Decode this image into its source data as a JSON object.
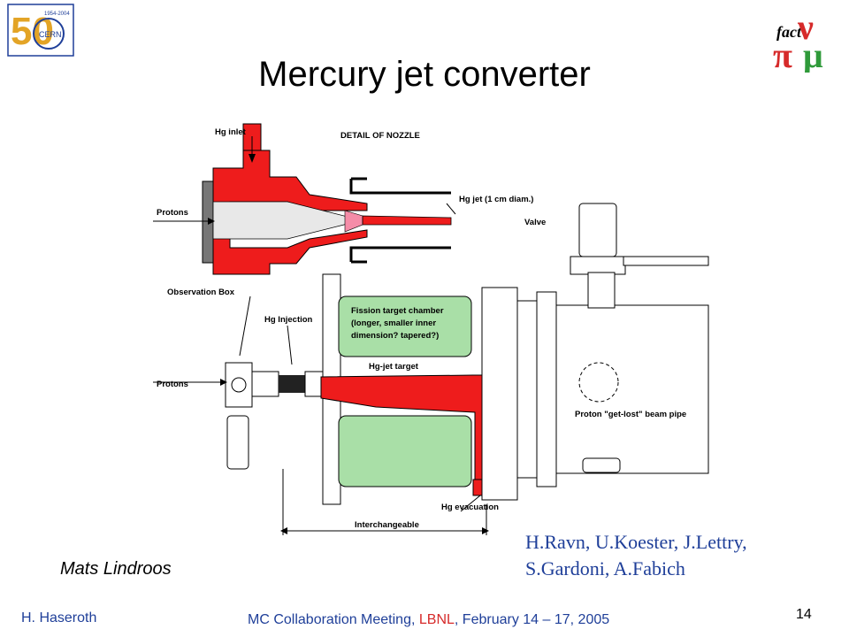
{
  "title": "Mercury jet converter",
  "author_left": "Mats Lindroos",
  "credits": [
    "H.Ravn, U.Koester, J.Lettry,",
    "S.Gardoni, A.Fabich"
  ],
  "footer": {
    "presenter": "H. Haseroth",
    "meeting_prefix": "MC Collaboration Meeting, ",
    "meeting_highlight": "LBNL",
    "meeting_suffix": ", February 14 – 17, 2005",
    "page_number": "14"
  },
  "logos": {
    "cern": {
      "years": "1954-2004",
      "name": "CERN",
      "number": "50"
    },
    "nufact": {
      "word": "fact"
    }
  },
  "diagram_labels": {
    "hg_inlet": "Hg inlet",
    "detail_of_nozzle": "DETAIL OF NOZZLE",
    "protons_top": "Protons",
    "hg_jet": "Hg jet (1 cm diam.)",
    "valve": "Valve",
    "observation_box": "Observation Box",
    "hg_injection": "Hg Injection",
    "fission_chamber": [
      "Fission target chamber",
      "(longer, smaller inner",
      "dimension? tapered?)"
    ],
    "hg_jet_target": "Hg-jet target",
    "protons_bottom": "Protons",
    "beam_pipe": "Proton \"get-lost\" beam pipe",
    "hg_evacuation": "Hg evacuation",
    "interchangeable": "Interchangeable"
  },
  "colors": {
    "mercury": "#ee1c1c",
    "nozzle_pink": "#f58ca8",
    "chamber_green": "#a9dfa7",
    "text_blue": "#1f3f99",
    "highlight_red": "#d62a2a"
  }
}
